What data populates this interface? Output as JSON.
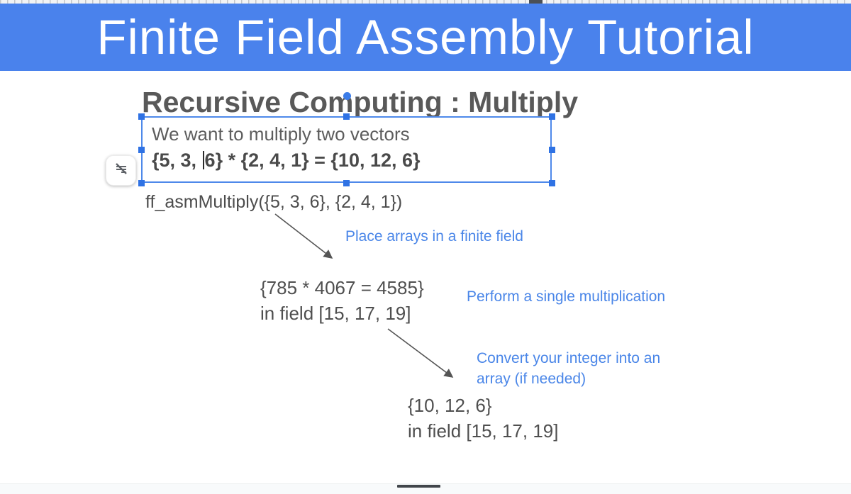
{
  "banner": {
    "title": "Finite Field Assembly Tutorial"
  },
  "slide": {
    "heading": "Recursive Computing : Multiply",
    "textbox": {
      "line1": "We want to multiply two vectors",
      "line2_part_a": "{5, 3, ",
      "line2_part_b": "6} * {2, 4, 1} = {10, 12, 6}"
    },
    "code_call": "ff_asmMultiply({5, 3, 6}, {2, 4, 1})",
    "annotations": [
      {
        "text": "Place arrays in a finite field"
      },
      {
        "text": "Perform a single multiplication"
      },
      {
        "line1": "Convert your integer into an",
        "line2": "array (if needed)"
      }
    ],
    "steps": [
      {
        "line1": "{785 * 4067 = 4585}",
        "line2": "in field [15, 17, 19]"
      },
      {
        "line1": "{10, 12, 6}",
        "line2": "in field [15, 17, 19]"
      }
    ]
  },
  "colors": {
    "banner_blue": "#4a82ec",
    "annotation_blue": "#4a86e8",
    "selection_blue": "#4e89ea",
    "heading_gray": "#595959",
    "body_gray": "#4f4f4f"
  },
  "icons": {
    "format_button": "lines-with-slash-icon"
  }
}
